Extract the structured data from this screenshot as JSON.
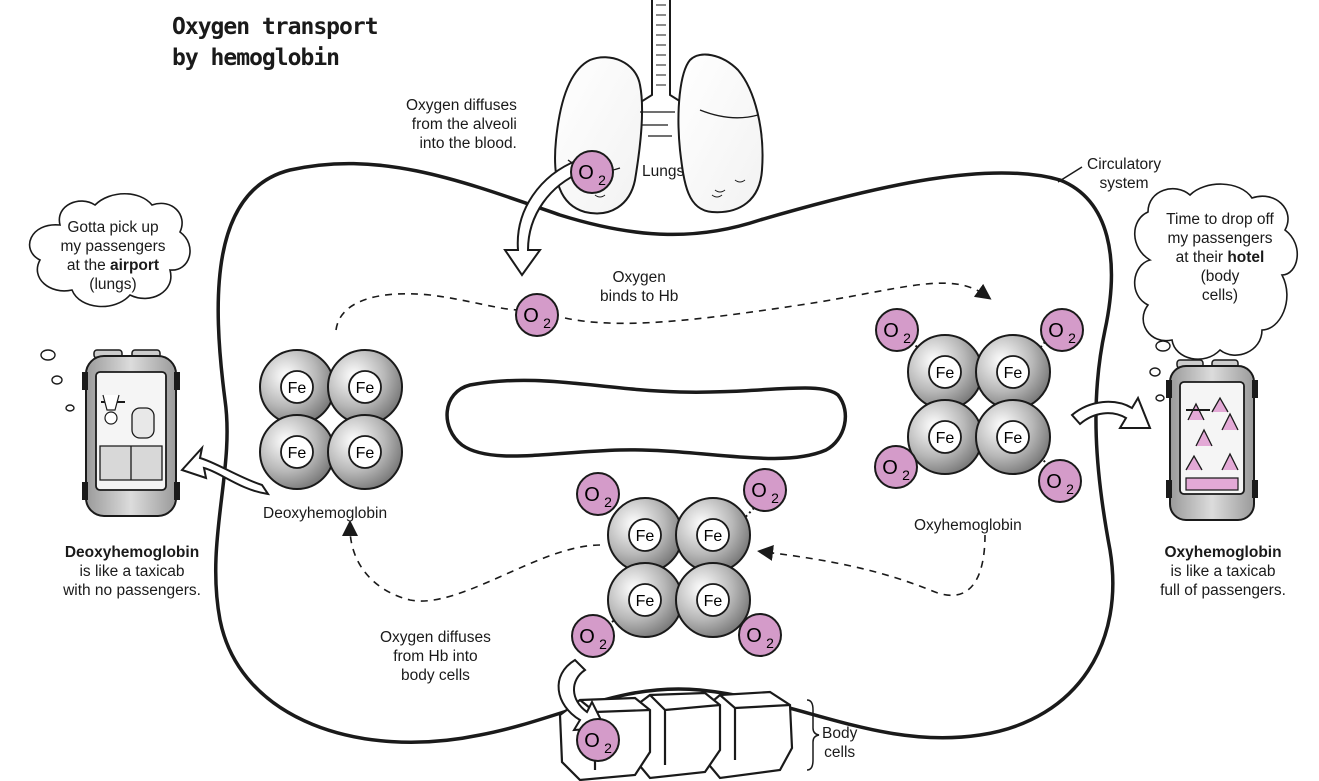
{
  "title": {
    "line1": "Oxygen transport",
    "line2": "by hemoglobin"
  },
  "labels": {
    "lungs": "Lungs",
    "circulatory": {
      "line1": "Circulatory",
      "line2": "system"
    },
    "diffuse_alveoli": {
      "line1": "Oxygen diffuses",
      "line2": "from the alveoli",
      "line3": "into the blood."
    },
    "binds": {
      "line1": "Oxygen",
      "line2": "binds to Hb"
    },
    "deoxy_label": "Deoxyhemoglobin",
    "oxy_label": "Oxyhemoglobin",
    "diffuse_hb": {
      "line1": "Oxygen diffuses",
      "line2": "from Hb into",
      "line3": "body cells"
    },
    "body_cells": {
      "line1": "Body",
      "line2": "cells"
    },
    "o2": "O",
    "o2_sub": "2",
    "fe": "Fe"
  },
  "thoughts": {
    "left": {
      "line1": "Gotta pick up",
      "line2": "my passengers",
      "line3_pre": "at the ",
      "line3_bold": "airport",
      "line4": "(lungs)"
    },
    "right": {
      "line1": "Time to drop off",
      "line2": "my passengers",
      "line3_pre": "at their ",
      "line3_bold": "hotel",
      "line4": "(body",
      "line5": "cells)"
    }
  },
  "captions": {
    "left": {
      "bold": "Deoxyhemoglobin",
      "line2": "is like a taxicab",
      "line3": "with no passengers."
    },
    "right": {
      "bold": "Oxyhemoglobin",
      "line2": "is like a taxicab",
      "line3": "full of passengers."
    }
  },
  "colors": {
    "o2_fill": "#d49bc9",
    "hb_gray": "#8a8a8a",
    "passenger_pink": "#e3a9d6"
  }
}
